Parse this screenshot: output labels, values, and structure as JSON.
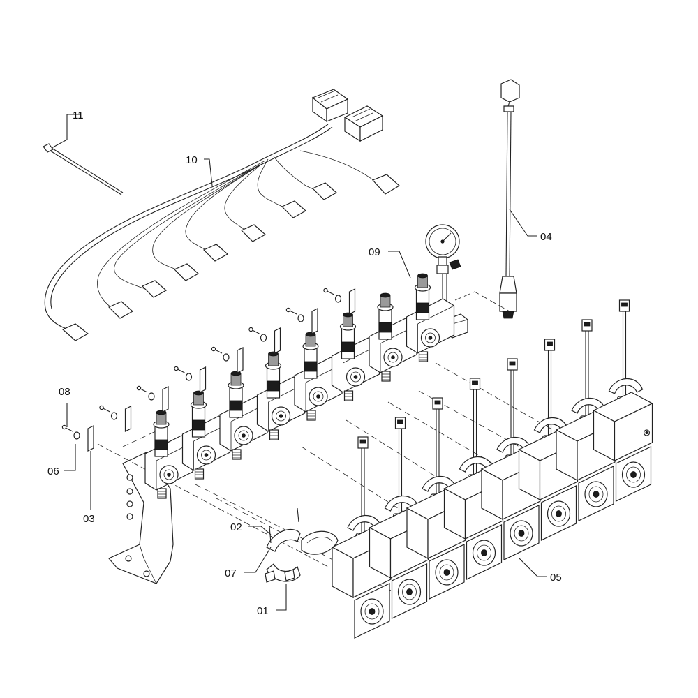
{
  "callouts": {
    "c01": "01",
    "c02": "02",
    "c03": "03",
    "c04": "04",
    "c05": "05",
    "c06": "06",
    "c07": "07",
    "c08": "08",
    "c09": "09",
    "c10": "10",
    "c11": "11"
  },
  "colors": {
    "line": "#222222",
    "background": "#ffffff",
    "dark_fill": "#1c1c1c"
  }
}
